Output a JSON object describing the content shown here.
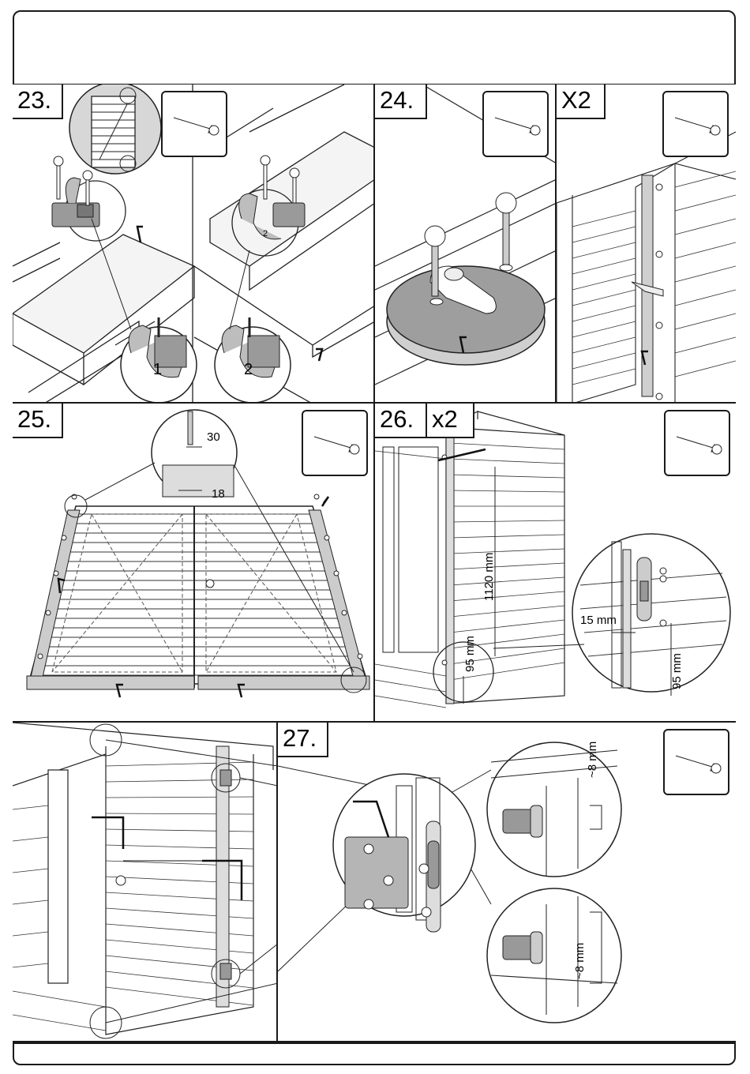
{
  "steps": {
    "s23": {
      "label": "23."
    },
    "s24": {
      "label": "24."
    },
    "s24b": {
      "label": "X2"
    },
    "s25": {
      "label": "25.",
      "dim_top": "30",
      "dim_bottom": "18"
    },
    "s26": {
      "label": "26.",
      "qty": "x2",
      "dim_height": "1120 mm",
      "dim_offset": "15 mm",
      "dim_bottom_left": "95 mm",
      "dim_bottom_right": "95 mm"
    },
    "s27": {
      "label": "27.",
      "gap_top": "~8 mm",
      "gap_bottom": "~8 mm"
    }
  },
  "callouts": {
    "num1": "1",
    "num2": "2",
    "num2_small": "2"
  },
  "icons": [
    "screw-icon",
    "hinge-icon",
    "latch-icon",
    "door-panel-icon"
  ]
}
